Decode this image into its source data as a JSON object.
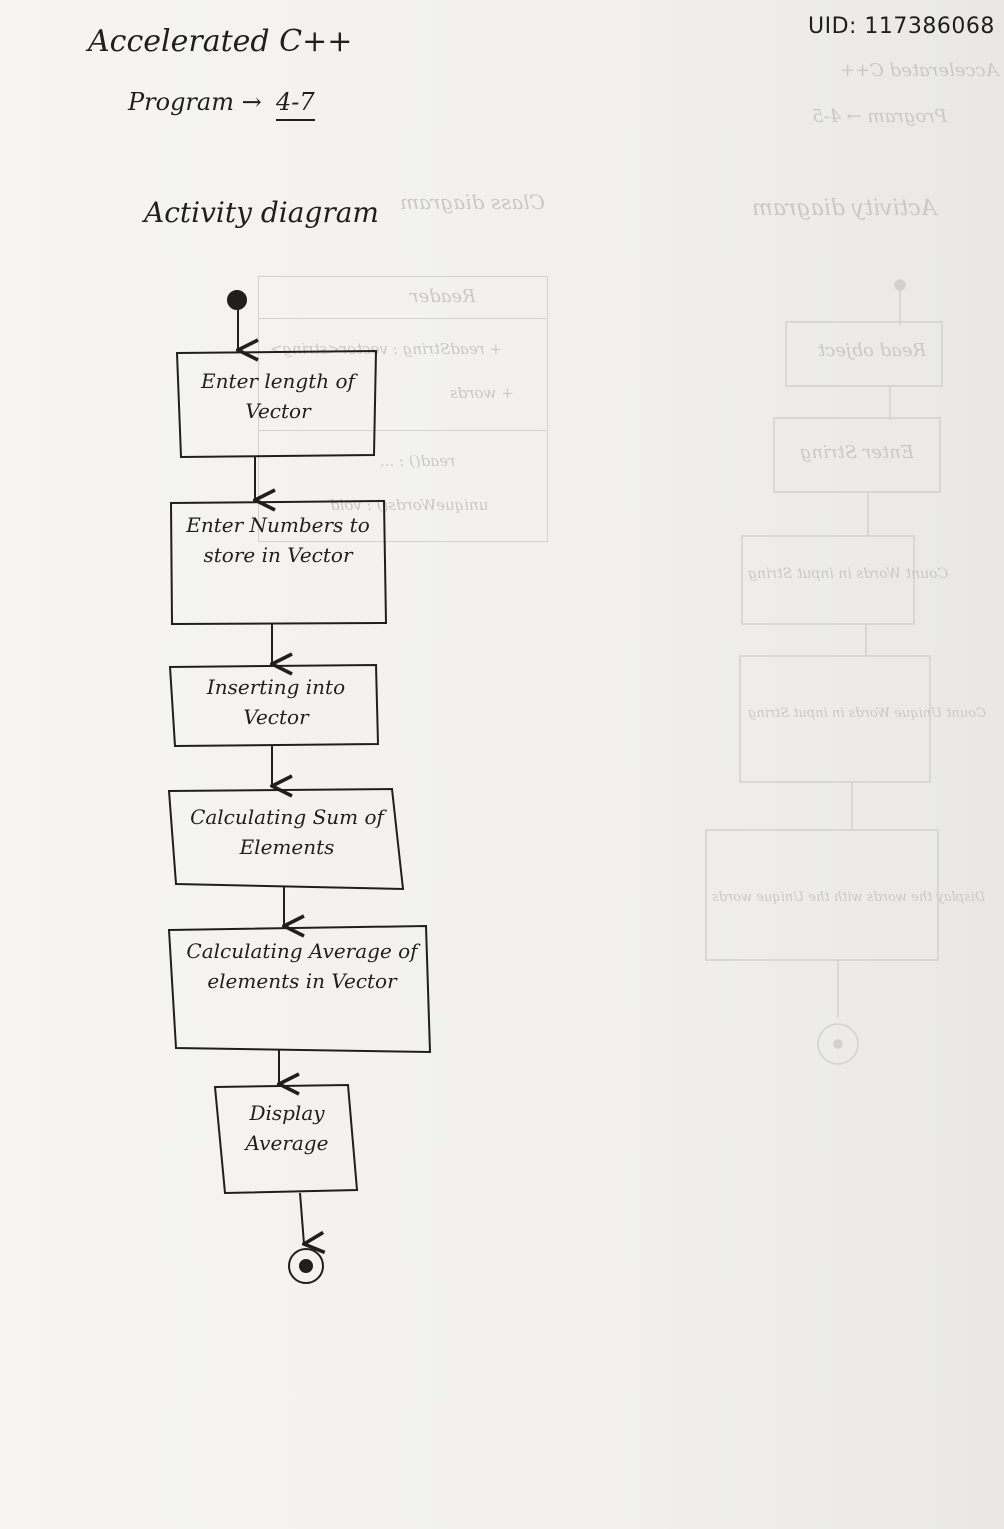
{
  "header": {
    "uid": "UID: 117386068",
    "course": "Accelerated C++",
    "program_label": "Program →",
    "program_number": "4-7",
    "diagram_heading": "Activity diagram"
  },
  "activities": [
    "Enter length of Vector",
    "Enter Numbers to store in Vector",
    "Inserting into Vector",
    "Calculating Sum of Elements",
    "Calculating Average of elements in Vector",
    "Display Average"
  ],
  "show_through": {
    "course": "Accelerated C++",
    "program_label": "Program → 4-5",
    "diagram_heading": "Activity diagram",
    "class_heading": "Class diagram",
    "class_name": "Reader",
    "class_attributes": [
      "+ readString : vector<string>",
      "+ words"
    ],
    "class_methods": [
      "read() : ...",
      "uniqueWords() : void"
    ],
    "activities": [
      "Read object",
      "Enter String",
      "Count Words in input String",
      "Count Unique Words in input String",
      "Display the words with the Unique words"
    ]
  },
  "colors": {
    "ink": "#1f1f1f",
    "paper": "#f4f3f1",
    "show_through": "#c9c8c6"
  }
}
